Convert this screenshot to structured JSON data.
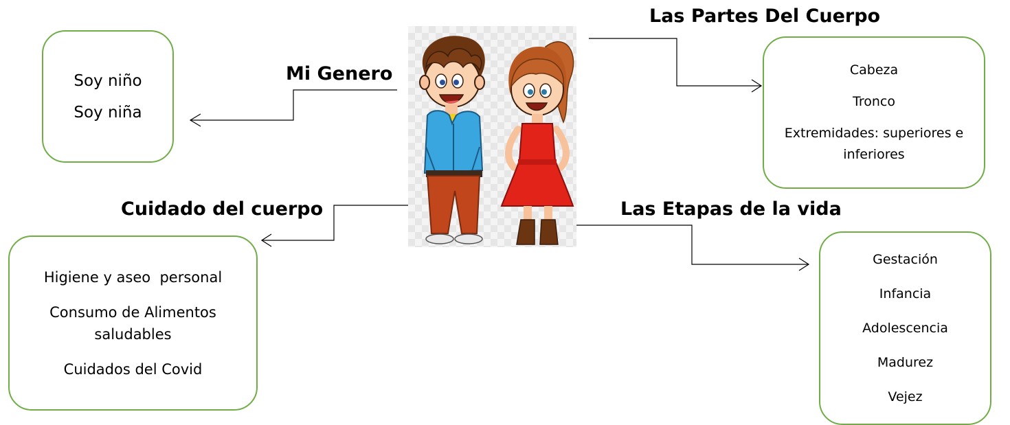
{
  "mi_genero": {
    "heading": "Mi Genero",
    "items": [
      "Soy niño",
      "Soy niña"
    ]
  },
  "partes_cuerpo": {
    "heading": "Las Partes Del Cuerpo",
    "items": [
      "Cabeza",
      "Tronco",
      "Extremidades: superiores e inferiores"
    ]
  },
  "cuidado_cuerpo": {
    "heading": "Cuidado del cuerpo",
    "items": [
      "Higiene y aseo  personal",
      "Consumo de Alimentos saludables",
      "Cuidados del Covid"
    ]
  },
  "etapas_vida": {
    "heading": "Las Etapas de la vida",
    "items": [
      "Gestación",
      "Infancia",
      "Adolescencia",
      "Madurez",
      "Vejez"
    ]
  },
  "colors": {
    "box_border": "#70ad47",
    "connector": "#000000"
  },
  "icons": [
    "boy-illustration",
    "girl-illustration"
  ]
}
